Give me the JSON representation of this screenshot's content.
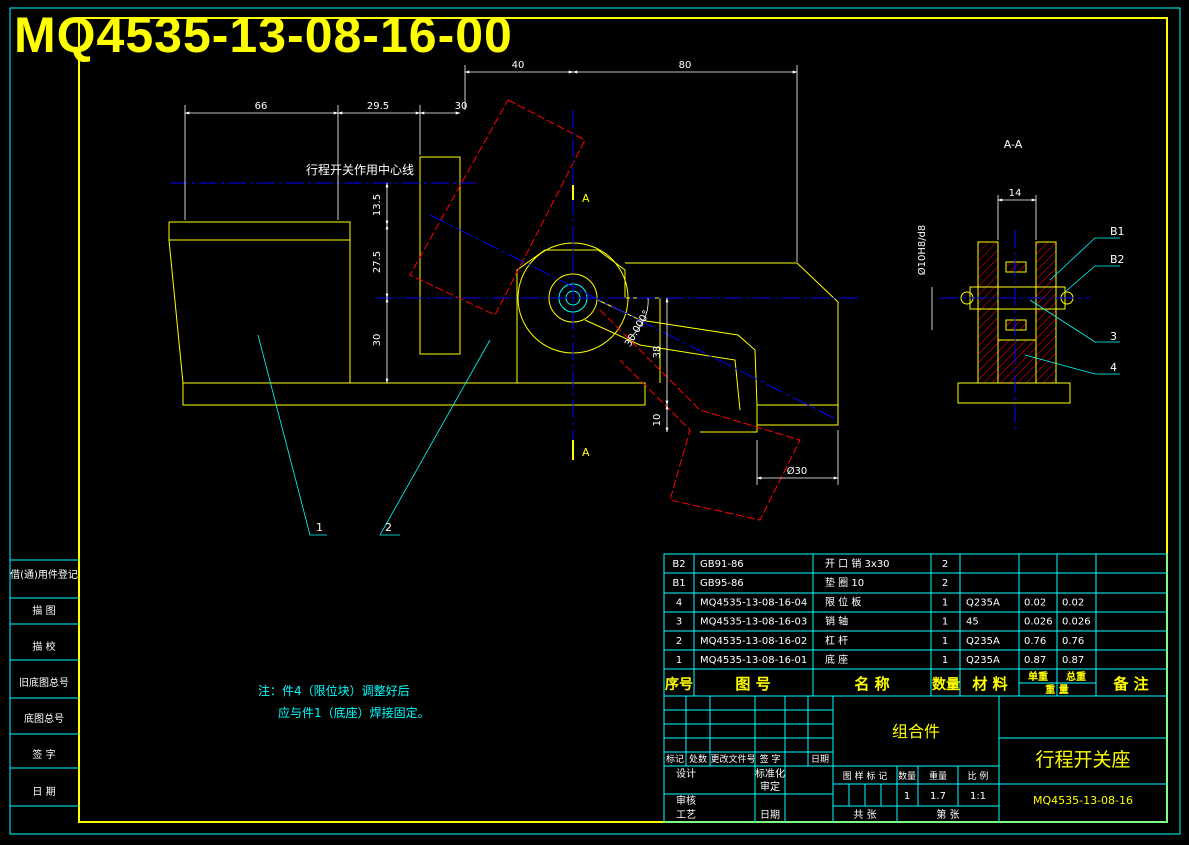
{
  "drawing": {
    "code_big": "MQ4535-13-08-16-00",
    "section_view_label": "A-A",
    "section_mark": "A",
    "centerline_note": "行程开关作用中心线",
    "angle_label": "30.000°",
    "dims": {
      "d40": "40",
      "d80": "80",
      "d66": "66",
      "d29_5": "29.5",
      "d30top": "30",
      "d13_5": "13.5",
      "d27_5": "27.5",
      "d30": "30",
      "d38": "38",
      "d10": "10",
      "d30dia": "Ø30",
      "d14": "14",
      "fit": "Ø10H8/d8"
    },
    "part_callouts": [
      "1",
      "2",
      "3",
      "4",
      "B1",
      "B2"
    ],
    "note_line1": "注：件4（限位块）调整好后",
    "note_line2": "应与件1（底座）焊接固定。"
  },
  "bom": {
    "rows": [
      {
        "no": "B2",
        "code": "GB91-86",
        "name": "开 口 销 3x30",
        "qty": "2",
        "material": "",
        "unit": "",
        "total": ""
      },
      {
        "no": "B1",
        "code": "GB95-86",
        "name": "垫   圈 10",
        "qty": "2",
        "material": "",
        "unit": "",
        "total": ""
      },
      {
        "no": "4",
        "code": "MQ4535-13-08-16-04",
        "name": "限 位 板",
        "qty": "1",
        "material": "Q235A",
        "unit": "0.02",
        "total": "0.02"
      },
      {
        "no": "3",
        "code": "MQ4535-13-08-16-03",
        "name": "销   轴",
        "qty": "1",
        "material": "45",
        "unit": "0.026",
        "total": "0.026"
      },
      {
        "no": "2",
        "code": "MQ4535-13-08-16-02",
        "name": "杠   杆",
        "qty": "1",
        "material": "Q235A",
        "unit": "0.76",
        "total": "0.76"
      },
      {
        "no": "1",
        "code": "MQ4535-13-08-16-01",
        "name": "底   座",
        "qty": "1",
        "material": "Q235A",
        "unit": "0.87",
        "total": "0.87"
      }
    ],
    "header": {
      "no": "序号",
      "code": "图  号",
      "name": "名  称",
      "qty": "数量",
      "material": "材 料",
      "unit": "单重",
      "total": "总重",
      "weight": "重  量",
      "remark": "备 注"
    }
  },
  "title_block": {
    "assembly": "组合件",
    "part_name": "行程开关座",
    "drawing_no": "MQ4535-13-08-16",
    "rev_labels": [
      "标记",
      "处数",
      "更改文件号",
      "签 字",
      "日期"
    ],
    "design": "设计",
    "standard": "标准化",
    "review": "审核",
    "approve": "审定",
    "process": "工艺",
    "date": "日期",
    "stage_labels": [
      "图 样 标 记",
      "数量",
      "重量",
      "比 例"
    ],
    "qty": "1",
    "weight": "1.7",
    "scale": "1:1",
    "sheets_total": "共    张",
    "sheet_no": "第    张"
  },
  "side_panel": [
    "借(通)用件登记",
    "描  图",
    "描  校",
    "旧底图总号",
    "底图总号",
    "签  字",
    "日  期"
  ],
  "colors": {
    "yellow": "#ffff00",
    "cyan": "#00ffff",
    "red": "#ff0000",
    "blue": "#0000ff",
    "white": "#ffffff",
    "green": "#00ff00"
  }
}
